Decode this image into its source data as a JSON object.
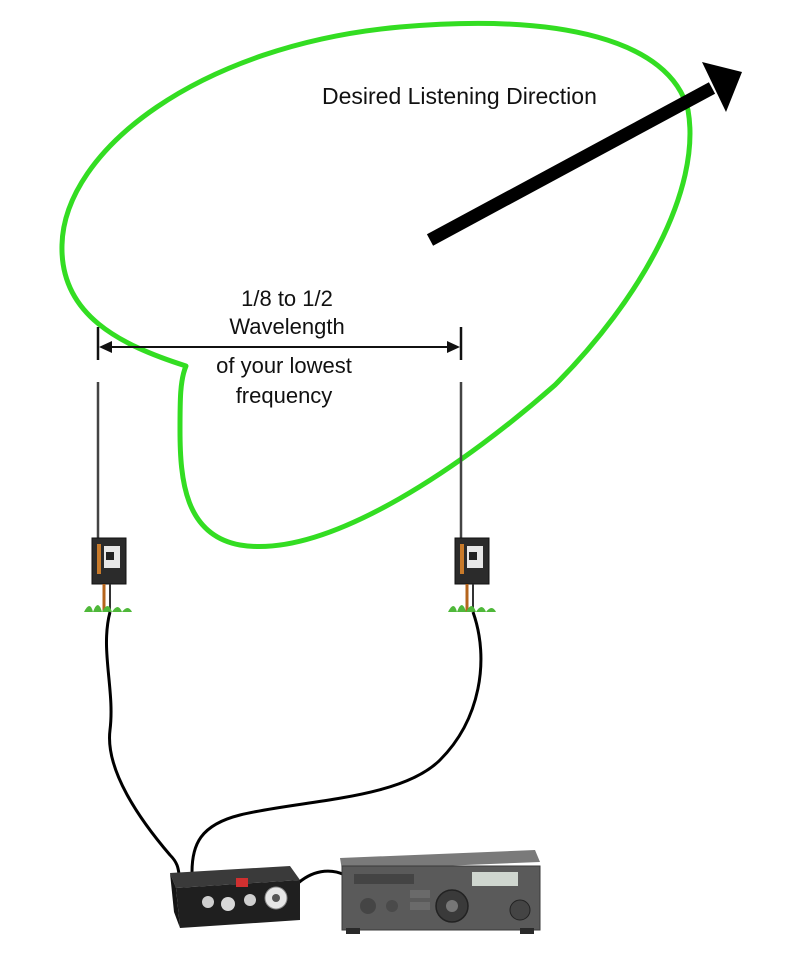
{
  "labels": {
    "direction": "Desired Listening Direction",
    "spacing_line1": "1/8 to 1/2",
    "spacing_line2": "Wavelength",
    "spacing_line3": "of your lowest",
    "spacing_line4": "frequency"
  },
  "colors": {
    "pattern": "#33dd22",
    "arrow": "#000000",
    "cable": "#000000",
    "grass": "#4fb83a",
    "device_body": "#2b2b2b",
    "radio_body": "#5a5a5a",
    "display": "#cfd6cf"
  },
  "icons": {
    "arrow": "arrow-icon",
    "antenna": "antenna-icon",
    "controller": "phasing-controller-icon",
    "receiver": "radio-receiver-icon"
  }
}
